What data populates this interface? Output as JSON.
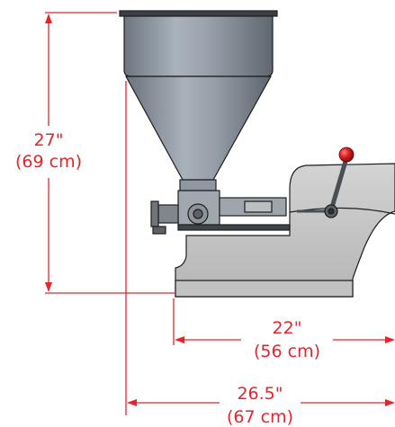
{
  "dimensions": {
    "height": {
      "imperial": "27\"",
      "metric": "(69 cm)"
    },
    "base_depth": {
      "imperial": "22\"",
      "metric": "(56 cm)"
    },
    "overall_depth": {
      "imperial": "26.5\"",
      "metric": "(67 cm)"
    }
  },
  "colors": {
    "dimension": "#e8242a",
    "hopper": "#8a94a0",
    "body": "#c9c9c9",
    "knob": "#d61e1e"
  },
  "icons": {
    "hopper": "funnel-hopper",
    "lever": "handle-lever",
    "knob": "red-ball-knob"
  }
}
